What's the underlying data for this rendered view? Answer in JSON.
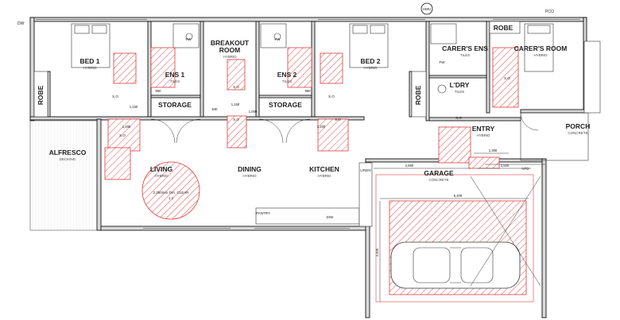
{
  "rooms": {
    "bed1": {
      "name": "BED 1",
      "finish": "HYBRID"
    },
    "ens1": {
      "name": "ENS 1",
      "finish": "TILES"
    },
    "breakout": {
      "name1": "BREAKOUT",
      "name2": "ROOM",
      "finish": "HYBRID"
    },
    "ens2": {
      "name": "ENS 2",
      "finish": "TILES"
    },
    "bed2": {
      "name": "BED 2",
      "finish": "HYBRID"
    },
    "carers_ens": {
      "name": "CARER'S ENS",
      "finish": "TILES"
    },
    "carers_room": {
      "name": "CARER'S ROOM",
      "finish": "HYBRID"
    },
    "robe_top": {
      "name": "ROBE"
    },
    "ldry": {
      "name": "L'DRY",
      "finish": "TILES"
    },
    "storage1": {
      "name": "STORAGE"
    },
    "storage2": {
      "name": "STORAGE"
    },
    "robe1": {
      "name": "ROBE"
    },
    "robe2": {
      "name": "ROBE"
    },
    "alfresco": {
      "name": "ALFRESCO",
      "finish": "DECKING"
    },
    "living": {
      "name": "LIVING",
      "finish": "HYBRID"
    },
    "dining": {
      "name": "DINING",
      "finish": "HYBRID"
    },
    "kitchen": {
      "name": "KITCHEN",
      "finish": "HYBRID"
    },
    "entry": {
      "name": "ENTRY",
      "finish": "HYBRID"
    },
    "porch": {
      "name": "PORCH",
      "finish": "CONCRETE"
    },
    "garage": {
      "name": "GARAGE",
      "finish": "CONCRETE"
    }
  },
  "annotations": {
    "hwu": "HWU",
    "dw": "DW",
    "pco": "PCO",
    "clear_circle1": "2,250mm DIA. CLEAR",
    "clear_circle2": "1:1",
    "fw": "FW",
    "sd": "S.O",
    "pantry": "PANTRY",
    "dw_small": "D/W",
    "ntd": "NTD",
    "linen": "LINEN"
  },
  "dimensions": {
    "garage_width": "2,560",
    "garage_right": "2,520",
    "garage_inner": "5,400",
    "entry_dim": "1,350",
    "garage_depth": "2,400",
    "d1200": "1,200",
    "d1150": "1,150",
    "d950": "950",
    "d640": "640",
    "d1000": "1,000"
  }
}
